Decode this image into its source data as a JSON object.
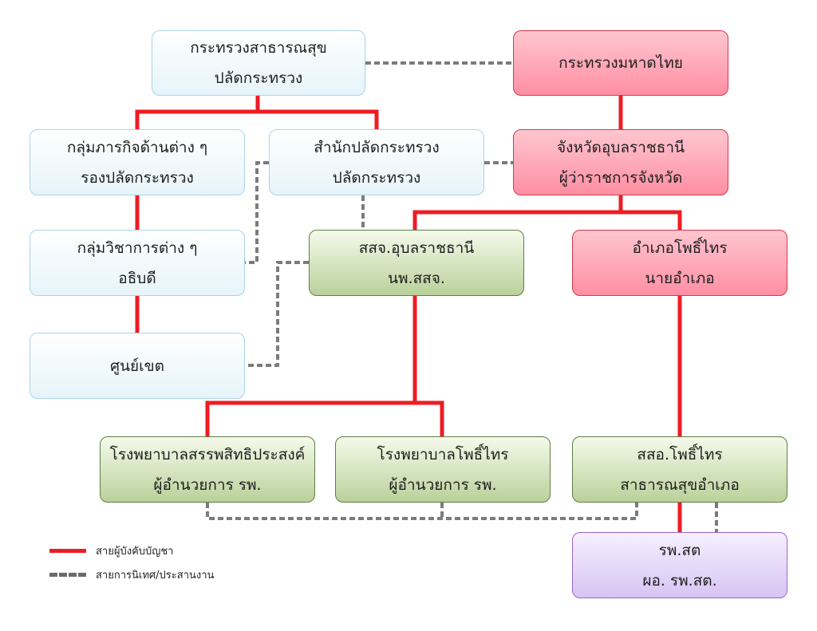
{
  "colors": {
    "command_line": "#ee1c23",
    "coordination_line": "#7b7b7b"
  },
  "nodes": {
    "moph": {
      "line1": "กระทรวงสาธารณสุข",
      "line2": "ปลัดกระทรวง"
    },
    "moi": {
      "line1": "กระทรวงมหาดไทย"
    },
    "mission_groups": {
      "line1": "กลุ่มภารกิจด้านต่าง ๆ",
      "line2": "รองปลัดกระทรวง"
    },
    "perm_sec_office": {
      "line1": "สำนักปลัดกระทรวง",
      "line2": "ปลัดกระทรวง"
    },
    "province": {
      "line1": "จังหวัดอุบลราชธานี",
      "line2": "ผู้ว่าราชการจังหวัด"
    },
    "academic_groups": {
      "line1": "กลุ่มวิชาการต่าง ๆ",
      "line2": "อธิบดี"
    },
    "pho": {
      "line1": "สสจ.อุบลราชธานี",
      "line2": "นพ.สสจ."
    },
    "district": {
      "line1": "อำเภอโพธิ์ไทร",
      "line2": "นายอำเภอ"
    },
    "regional_center": {
      "line1": "ศูนย์เขต"
    },
    "hospital_1": {
      "line1": "โรงพยาบาลสรรพสิทธิประสงค์",
      "line2": "ผู้อำนวยการ รพ."
    },
    "hospital_2": {
      "line1": "โรงพยาบาลโพธิ์ไทร",
      "line2": "ผู้อำนวยการ รพ."
    },
    "dho": {
      "line1": "สสอ.โพธิ์ไทร",
      "line2": "สาธารณสุขอำเภอ"
    },
    "sub_district": {
      "line1": "รพ.สต",
      "line2": "ผอ. รพ.สต."
    }
  },
  "legend": {
    "command": "สายผู้บังคับบัญชา",
    "coordination": "สายการนิเทศ/ประสานงาน"
  }
}
